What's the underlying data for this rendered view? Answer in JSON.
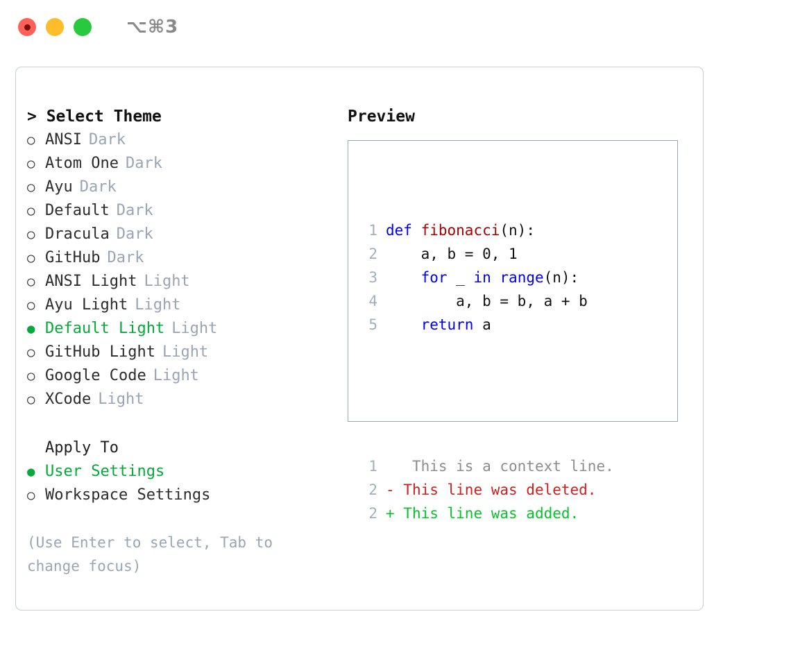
{
  "titlebar": {
    "shortcut": "⌥⌘3",
    "buttons": [
      {
        "name": "close",
        "color": "#ff6159"
      },
      {
        "name": "minimize",
        "color": "#ffbd2e"
      },
      {
        "name": "maximize",
        "color": "#28c93f"
      }
    ]
  },
  "theme_picker": {
    "header": "> Select Theme",
    "selected_bullet": "●",
    "unselected_bullet": "○",
    "options": [
      {
        "bullet": "○",
        "name": "ANSI",
        "kind": "Dark",
        "selected": false
      },
      {
        "bullet": "○",
        "name": "Atom One",
        "kind": "Dark",
        "selected": false
      },
      {
        "bullet": "○",
        "name": "Ayu",
        "kind": "Dark",
        "selected": false
      },
      {
        "bullet": "○",
        "name": "Default",
        "kind": "Dark",
        "selected": false
      },
      {
        "bullet": "○",
        "name": "Dracula",
        "kind": "Dark",
        "selected": false
      },
      {
        "bullet": "○",
        "name": "GitHub",
        "kind": "Dark",
        "selected": false
      },
      {
        "bullet": "○",
        "name": "ANSI Light",
        "kind": "Light",
        "selected": false
      },
      {
        "bullet": "○",
        "name": "Ayu Light",
        "kind": "Light",
        "selected": false
      },
      {
        "bullet": "●",
        "name": "Default Light",
        "kind": "Light",
        "selected": true
      },
      {
        "bullet": "○",
        "name": "GitHub Light",
        "kind": "Light",
        "selected": false
      },
      {
        "bullet": "○",
        "name": "Google Code",
        "kind": "Light",
        "selected": false
      },
      {
        "bullet": "○",
        "name": "XCode",
        "kind": "Light",
        "selected": false
      }
    ]
  },
  "apply_to": {
    "header": "Apply To",
    "options": [
      {
        "bullet": "●",
        "name": "User Settings",
        "selected": true
      },
      {
        "bullet": "○",
        "name": "Workspace Settings",
        "selected": false
      }
    ]
  },
  "hint": "(Use Enter to select, Tab to\nchange focus)",
  "preview": {
    "title": "Preview",
    "code_lines": [
      {
        "num": "1",
        "tokens": [
          {
            "t": "def",
            "c": "kw"
          },
          {
            "t": " ",
            "c": "plain"
          },
          {
            "t": "fibonacci",
            "c": "fn"
          },
          {
            "t": "(n):",
            "c": "plain"
          }
        ]
      },
      {
        "num": "2",
        "tokens": [
          {
            "t": "    a, b = 0, 1",
            "c": "plain"
          }
        ]
      },
      {
        "num": "3",
        "tokens": [
          {
            "t": "    ",
            "c": "plain"
          },
          {
            "t": "for",
            "c": "kw"
          },
          {
            "t": " _ ",
            "c": "plain"
          },
          {
            "t": "in",
            "c": "kw"
          },
          {
            "t": " ",
            "c": "plain"
          },
          {
            "t": "range",
            "c": "kw"
          },
          {
            "t": "(n):",
            "c": "plain"
          }
        ]
      },
      {
        "num": "4",
        "tokens": [
          {
            "t": "        a, b = b, a + b",
            "c": "plain"
          }
        ]
      },
      {
        "num": "5",
        "tokens": [
          {
            "t": "    ",
            "c": "plain"
          },
          {
            "t": "return",
            "c": "kw"
          },
          {
            "t": " a",
            "c": "plain"
          }
        ]
      }
    ],
    "diff_lines": [
      {
        "num": "1",
        "marker": " ",
        "text": "  This is a context line.",
        "c": "ctx"
      },
      {
        "num": "2",
        "marker": "-",
        "text": " This line was deleted.",
        "c": "del"
      },
      {
        "num": "2",
        "marker": "+",
        "text": " This line was added.",
        "c": "add"
      }
    ]
  },
  "colors": {
    "accent_green": "#06a83a",
    "keyword_blue": "#0000ee",
    "function_red": "#aa0000",
    "diff_delete": "#cc1f1f",
    "diff_add": "#07c22b",
    "muted": "#9aa4b4",
    "border": "#9aa6b8"
  }
}
